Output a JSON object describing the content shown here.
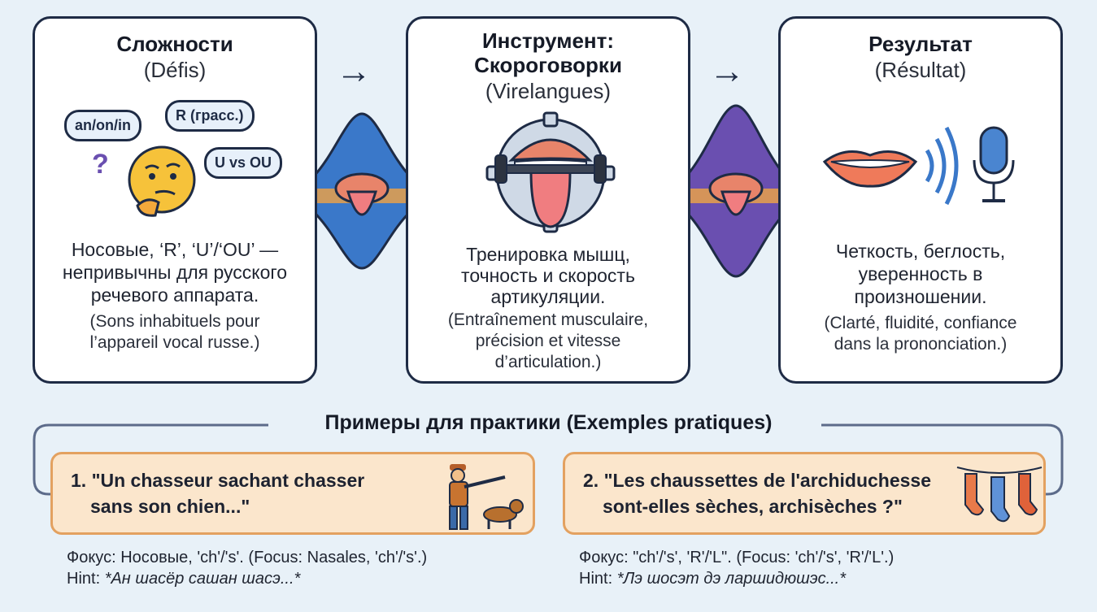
{
  "cards": {
    "challenges": {
      "title": "Сложности",
      "subtitle": "(Défis)",
      "bubbles": [
        "an/on/in",
        "R (грасс.)",
        "U vs OU"
      ],
      "question_mark": "?",
      "text_ru_1": "Носовые, ‘R’, ‘U’/‘OU’ —",
      "text_ru_2": "непривычны для русского",
      "text_ru_3": "речевого аппарата.",
      "text_fr_1": "(Sons inhabituels pour",
      "text_fr_2": "l’appareil vocal russe.)"
    },
    "tool": {
      "title_1": "Инструмент:",
      "title_2": "Скороговорки",
      "subtitle": "(Virelangues)",
      "text_ru_1": "Тренировка мышц,",
      "text_ru_2": "точность и скорость",
      "text_ru_3": "артикуляции.",
      "text_fr_1": "(Entraînement musculaire,",
      "text_fr_2": "précision et vitesse",
      "text_fr_3": "d’articulation.)"
    },
    "result": {
      "title": "Результат",
      "subtitle": "(Résultat)",
      "text_ru_1": "Четкость, беглость,",
      "text_ru_2": "уверенность в",
      "text_ru_3": "произношении.",
      "text_fr_1": "(Clarté, fluidité, confiance",
      "text_fr_2": "dans la prononciation.)"
    }
  },
  "arrows": [
    "→",
    "→"
  ],
  "practice": {
    "title": "Примеры для практики (Exemples pratiques)",
    "examples": [
      {
        "line1": "1. \"Un chasseur sachant chasser",
        "line2": "sans son chien...\"",
        "focus": "Фокус: Носовые, 'ch'/'s'. (Focus: Nasales, 'ch'/'s'.)",
        "hint_label": "Hint: ",
        "hint": "*Ан шасёр сашан шасэ...*"
      },
      {
        "line1": "2. \"Les chaussettes de l'archiduchesse",
        "line2": "sont-elles sèches, archisèches ?\"",
        "focus": "Фокус: \"ch'/'s', 'R'/'L\". (Focus: 'ch'/'s', 'R'/'L'.)",
        "hint_label": "Hint: ",
        "hint": "*Лэ шосэт дэ ларшидюшэс...*"
      }
    ]
  },
  "colors": {
    "navy": "#1e2b45",
    "wave_blue": "#3a78c9",
    "wave_purple": "#6a4fb0",
    "orange_band": "#e8a04a",
    "example_bg": "#fbe6cc",
    "example_border": "#e3a160"
  },
  "icons": [
    "thinking-face-icon",
    "mouth-dumbbell-gear-icon",
    "tongue-icon",
    "lips-icon",
    "sound-waves-icon",
    "microphone-icon",
    "hunter-icon",
    "dog-icon",
    "socks-clothesline-icon"
  ]
}
